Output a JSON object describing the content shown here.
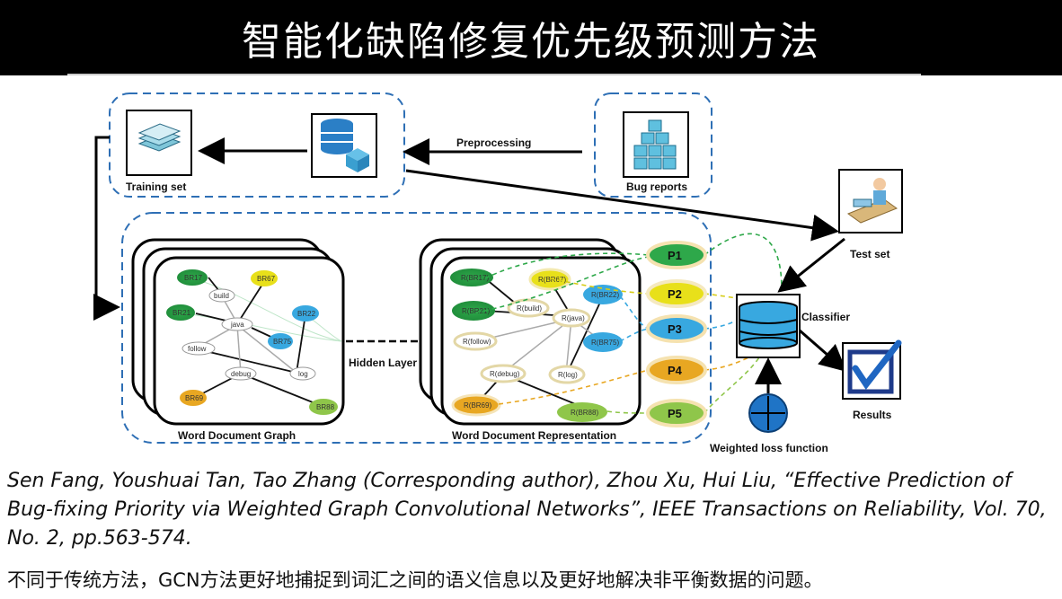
{
  "title": "智能化缺陷修复优先级预测方法",
  "diagram": {
    "training_set": "Training set",
    "preprocessing": "Preprocessing",
    "bug_reports": "Bug reports",
    "test_set": "Test set",
    "hidden_layer": "Hidden Layer",
    "word_document_graph": "Word Document Graph",
    "word_document_representation": "Word Document Representation",
    "classifier": "Classifier",
    "results": "Results",
    "weighted_loss": "Weighted loss function",
    "priorities": [
      "P1",
      "P2",
      "P3",
      "P4",
      "P5"
    ],
    "graph_nodes": [
      "BR17",
      "build",
      "BR67",
      "BR21",
      "java",
      "BR22",
      "follow",
      "BR75",
      "debug",
      "log",
      "BR69",
      "BR88"
    ],
    "rep_nodes": [
      "R(BR17)",
      "R(BR67)",
      "R(BR21)",
      "R(build)",
      "R(BR22)",
      "R(java)",
      "R(follow)",
      "R(BR75)",
      "R(debug)",
      "R(log)",
      "R(BR69)",
      "R(BR88)"
    ]
  },
  "citation": "Sen Fang, Youshuai Tan, Tao Zhang (Corresponding author), Zhou Xu, Hui Liu, “Effective Prediction of Bug-fixing Priority via Weighted Graph Convolutional Networks”, IEEE Transactions on Reliability, Vol. 70, No. 2, pp.563-574.",
  "summary": "不同于传统方法，GCN方法更好地捕捉到词汇之间的语义信息以及更好地解决非平衡数据的问题。"
}
